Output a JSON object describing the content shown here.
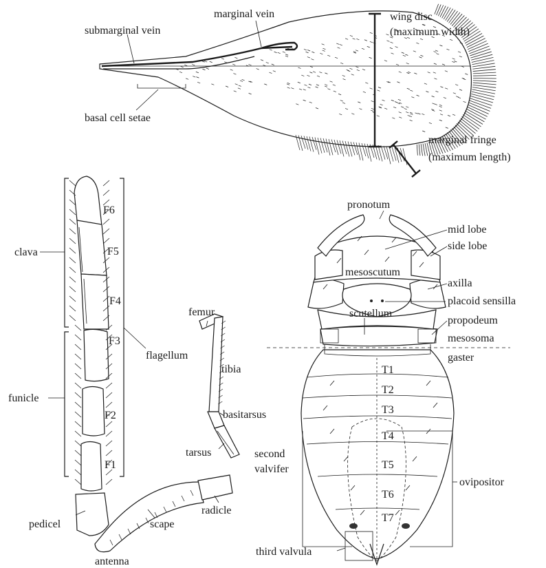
{
  "labels": {
    "submarginal_vein": "submarginal vein",
    "marginal_vein": "marginal vein",
    "wing_disc_1": "wing disc",
    "wing_disc_2": "(maximum width)",
    "basal_cell_setae": "basal cell setae",
    "marginal_fringe_1": "marginal fringe",
    "marginal_fringe_2": "(maximum length)",
    "clava": "clava",
    "funicle": "funicle",
    "flagellum": "flagellum",
    "F6": "F6",
    "F5": "F5",
    "F4": "F4",
    "F3": "F3",
    "F2": "F2",
    "F1": "F1",
    "pedicel": "pedicel",
    "scape": "scape",
    "radicle": "radicle",
    "antenna": "antenna",
    "femur": "femur",
    "tibia": "tibia",
    "basitarsus": "basitarsus",
    "tarsus": "tarsus",
    "pronotum": "pronotum",
    "mid_lobe": "mid lobe",
    "side_lobe": "side lobe",
    "mesoscutum": "mesoscutum",
    "axilla": "axilla",
    "placoid_sensilla": "placoid sensilla",
    "scutellum": "scutellum",
    "propodeum": "propodeum",
    "mesosoma": "mesosoma",
    "gaster": "gaster",
    "T1": "T1",
    "T2": "T2",
    "T3": "T3",
    "T4": "T4",
    "T5": "T5",
    "T6": "T6",
    "T7": "T7",
    "second_valvifer_1": "second",
    "second_valvifer_2": "valvifer",
    "ovipositor": "ovipositor",
    "third_valvula": "third valvula"
  }
}
